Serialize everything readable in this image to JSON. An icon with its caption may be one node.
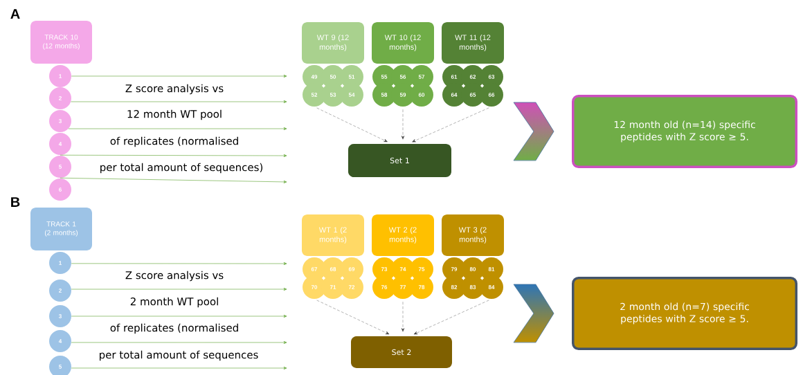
{
  "diagram": {
    "nodes": [
      {
        "text": [
          "TRACK 10 (12 months)"
        ]
      },
      {
        "text": [
          "1"
        ]
      },
      {
        "text": [
          "2"
        ]
      },
      {
        "text": [
          "3"
        ]
      },
      {
        "text": [
          "4"
        ]
      },
      {
        "text": [
          "5"
        ]
      },
      {
        "text": [
          "6"
        ]
      },
      {
        "text": [
          "WT 9 (12 months)"
        ]
      },
      {
        "text": [
          "WT 10 (12 months)"
        ]
      },
      {
        "text": [
          "WT 11 (12 months)"
        ]
      },
      {
        "text": [
          "49"
        ]
      },
      {
        "text": [
          "50"
        ]
      },
      {
        "text": [
          "51"
        ]
      },
      {
        "text": [
          "52"
        ]
      },
      {
        "text": [
          "53"
        ]
      },
      {
        "text": [
          "54"
        ]
      },
      {
        "text": [
          "55"
        ]
      },
      {
        "text": [
          "56"
        ]
      },
      {
        "text": [
          "57"
        ]
      },
      {
        "text": [
          "58"
        ]
      },
      {
        "text": [
          "59"
        ]
      },
      {
        "text": [
          "60"
        ]
      },
      {
        "text": [
          "61"
        ]
      },
      {
        "text": [
          "62"
        ]
      },
      {
        "text": [
          "63"
        ]
      },
      {
        "text": [
          "64"
        ]
      },
      {
        "text": [
          "65"
        ]
      },
      {
        "text": [
          "66"
        ]
      },
      {
        "text": [
          "Set 1"
        ]
      },
      {
        "text": [],
        "shape": "chevron"
      },
      {
        "text": [
          "12 month old (n=14) specific peptides with Z score ≥ 5."
        ]
      },
      {
        "text": [
          "TRACK 1 (2 months)"
        ]
      },
      {
        "text": [
          "1"
        ]
      },
      {
        "text": [
          "2"
        ]
      },
      {
        "text": [
          "3"
        ]
      },
      {
        "text": [
          "4"
        ]
      },
      {
        "text": [
          "5"
        ]
      },
      {
        "text": [
          "WT 1 (2 months)"
        ]
      },
      {
        "text": [
          "WT 2 (2 months)"
        ]
      },
      {
        "text": [
          "WT 3 (2 months)"
        ]
      },
      {
        "text": [
          "67"
        ]
      },
      {
        "text": [
          "68"
        ]
      },
      {
        "text": [
          "69"
        ]
      },
      {
        "text": [
          "70"
        ]
      },
      {
        "text": [
          "71"
        ]
      },
      {
        "text": [
          "72"
        ]
      },
      {
        "text": [
          "73"
        ]
      },
      {
        "text": [
          "74"
        ]
      },
      {
        "text": [
          "75"
        ]
      },
      {
        "text": [
          "76"
        ]
      },
      {
        "text": [
          "77"
        ]
      },
      {
        "text": [
          "78"
        ]
      },
      {
        "text": [
          "79"
        ]
      },
      {
        "text": [
          "80"
        ]
      },
      {
        "text": [
          "81"
        ]
      },
      {
        "text": [
          "82"
        ]
      },
      {
        "text": [
          "83"
        ]
      },
      {
        "text": [
          "84"
        ]
      },
      {
        "text": [
          "Set 2"
        ]
      },
      {
        "text": [],
        "shape": "chevron"
      },
      {
        "text": [
          "2 month old (n=7) specific peptides with Z score ≥ 5."
        ]
      }
    ],
    "edges": [
      {
        "from": 1,
        "to": null,
        "arrow": "to"
      },
      {
        "from": 2,
        "to": null,
        "arrow": "to"
      },
      {
        "from": 3,
        "to": null,
        "arrow": "to"
      },
      {
        "from": 4,
        "to": null,
        "arrow": "to"
      },
      {
        "from": 5,
        "to": null,
        "arrow": "to"
      },
      {
        "from": 13,
        "to": 28,
        "arrow": "to",
        "style": "dashed",
        "color": "#404040"
      },
      {
        "from": 20,
        "to": 28,
        "arrow": "to",
        "style": "dashed",
        "color": "#404040"
      },
      {
        "from": 27,
        "to": 28,
        "arrow": "to",
        "style": "dashed",
        "color": "#404040"
      },
      {
        "from": 32,
        "to": null,
        "arrow": "to"
      },
      {
        "from": 33,
        "to": null,
        "arrow": "to"
      },
      {
        "from": 34,
        "to": null,
        "arrow": "to"
      },
      {
        "from": 35,
        "to": null,
        "arrow": "to"
      },
      {
        "from": 36,
        "to": null,
        "arrow": "to"
      },
      {
        "from": 43,
        "to": 58,
        "arrow": "to",
        "style": "dashed",
        "color": "#404040"
      },
      {
        "from": 50,
        "to": 58,
        "arrow": "to",
        "style": "dashed",
        "color": "#404040"
      },
      {
        "from": 57,
        "to": 58,
        "arrow": "to",
        "style": "dashed",
        "color": "#404040"
      }
    ],
    "labels": [
      "A",
      "Z score analysis vs",
      "12 month WT pool",
      "of replicates (normalised",
      "per total amount of sequences)",
      "B",
      "Z score analysis vs",
      "2 month WT pool",
      "of replicates (normalised",
      "per total amount of sequences"
    ]
  }
}
